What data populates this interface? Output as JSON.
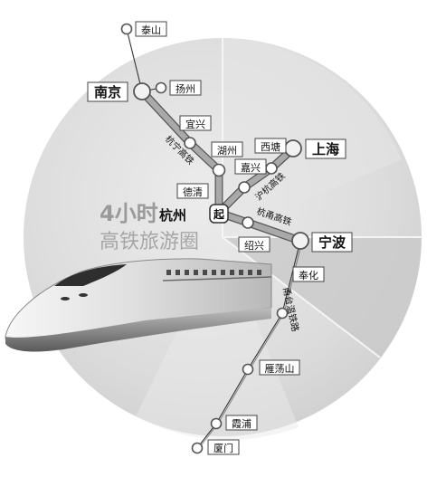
{
  "headline": {
    "hours": "4小时",
    "circle": "高铁旅游圈"
  },
  "hub": {
    "name": "杭州",
    "badge": "起"
  },
  "stations": {
    "taishan": "泰山",
    "nanjing": "南京",
    "yangzhou": "扬州",
    "yixing": "宜兴",
    "huzhou": "湖州",
    "deqing": "德清",
    "xitang": "西塘",
    "jiaxing": "嘉兴",
    "shanghai": "上海",
    "shaoxing": "绍兴",
    "ningbo": "宁波",
    "fenghua": "奉化",
    "yandangshan": "雁荡山",
    "xiapu": "霞浦",
    "xiamen": "厦门"
  },
  "lines": {
    "hangning": "杭宁高铁",
    "huhang": "沪杭高铁",
    "hangyong": "杭甬高铁",
    "yongtaiwen": "甬台温铁路"
  },
  "colors": {
    "circle": "#d9d9d9",
    "circle_dark": "#c4c4c4",
    "track": "#a9a9a9",
    "track_edge": "#555555",
    "headline": "#9a9a9a"
  }
}
